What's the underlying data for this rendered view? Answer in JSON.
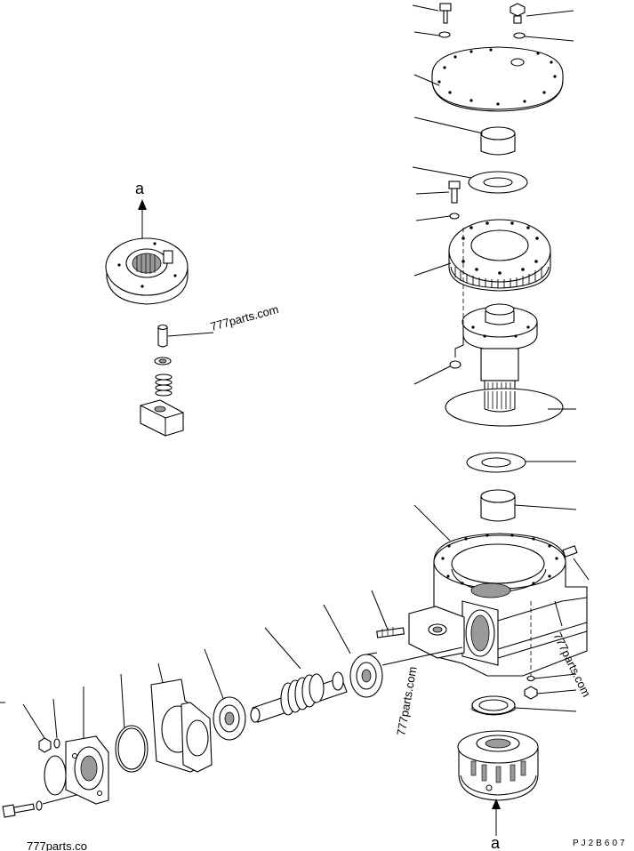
{
  "labels": {
    "ref_top": "a",
    "ref_bottom": "a"
  },
  "watermarks": {
    "main": "777parts.com",
    "vertical_center": "777parts.com",
    "vertical_right": "777parts.com",
    "bottom_left": "777parts.co"
  },
  "drawing_code": "PJ2B607"
}
